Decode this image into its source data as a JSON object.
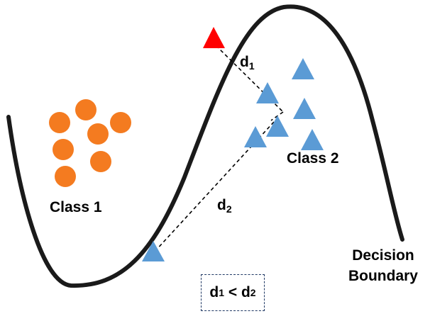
{
  "labels": {
    "class1": "Class 1",
    "class2": "Class 2",
    "boundary_line1": "Decision",
    "boundary_line2": "Boundary",
    "d1_base": "d",
    "d1_sub": "1",
    "d2_base": "d",
    "d2_sub": "2",
    "ineq_left_base": "d",
    "ineq_left_sub": "1",
    "ineq_op": " < ",
    "ineq_right_base": "d",
    "ineq_right_sub": "2"
  },
  "colors": {
    "class1": "#f47b20",
    "class2": "#5b9bd5",
    "query": "#ff0000",
    "boundary": "#1a1a1a",
    "box_border": "#1f3864"
  },
  "shapes": {
    "class1": "circle",
    "class2": "triangle",
    "query": "triangle"
  }
}
